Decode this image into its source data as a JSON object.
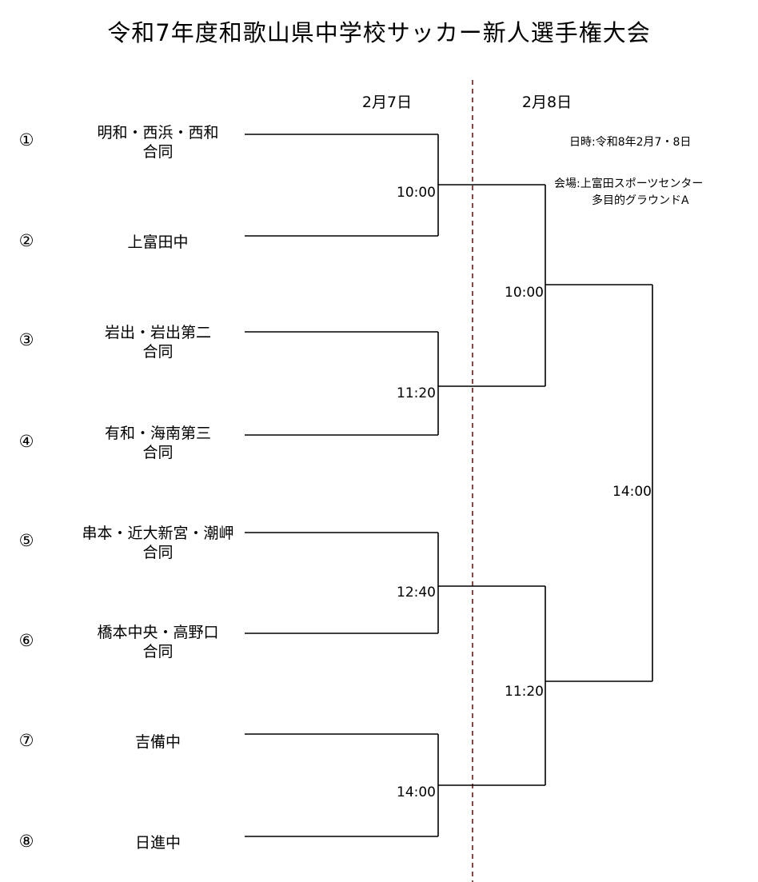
{
  "title": "令和7年度和歌山県中学校サッカー新人選手権大会",
  "dates": {
    "day1": "2月7日",
    "day2": "2月8日"
  },
  "info": {
    "datetime": "日時:令和8年2月7・8日",
    "venue_line1": "会場:上富田スポーツセンター",
    "venue_line2": "多目的グラウンドA"
  },
  "seeds": [
    "①",
    "②",
    "③",
    "④",
    "⑤",
    "⑥",
    "⑦",
    "⑧"
  ],
  "teams": [
    {
      "line1": "明和・西浜・西和",
      "line2": "合同"
    },
    {
      "line1": "上富田中",
      "line2": ""
    },
    {
      "line1": "岩出・岩出第二",
      "line2": "合同"
    },
    {
      "line1": "有和・海南第三",
      "line2": "合同"
    },
    {
      "line1": "串本・近大新宮・潮岬",
      "line2": "合同"
    },
    {
      "line1": "橋本中央・高野口",
      "line2": "合同"
    },
    {
      "line1": "吉備中",
      "line2": ""
    },
    {
      "line1": "日進中",
      "line2": ""
    }
  ],
  "times": {
    "r1_m1": "10:00",
    "r1_m2": "11:20",
    "r1_m3": "12:40",
    "r1_m4": "14:00",
    "sf_1": "10:00",
    "sf_2": "11:20",
    "final": "14:00"
  },
  "colors": {
    "line": "#000000",
    "divider": "#6b1a1a"
  }
}
